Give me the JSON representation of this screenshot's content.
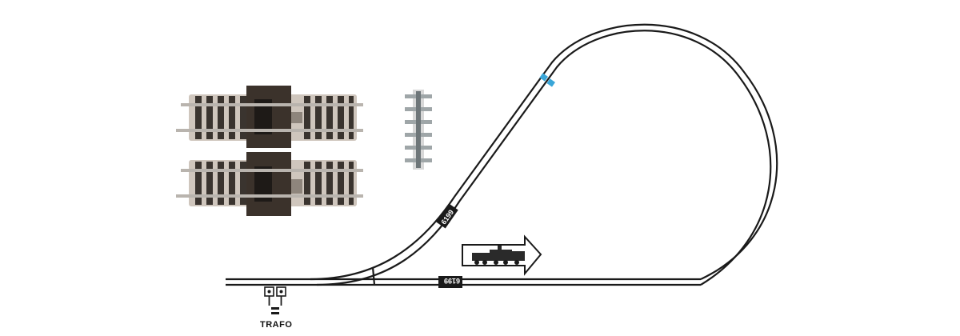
{
  "diagram": {
    "trafo_label": "TRAFO",
    "track_codes": [
      "6199",
      "6199"
    ],
    "colors": {
      "rail": "#1a1a1a",
      "marker": "#3aa6d8",
      "sleeper": "#2e2a26",
      "ballast": "#cfc6bd"
    },
    "icons": [
      "track-section-image",
      "uncoupler-strip-icon",
      "locomotive-icon",
      "direction-arrow-icon",
      "transformer-icon"
    ]
  }
}
